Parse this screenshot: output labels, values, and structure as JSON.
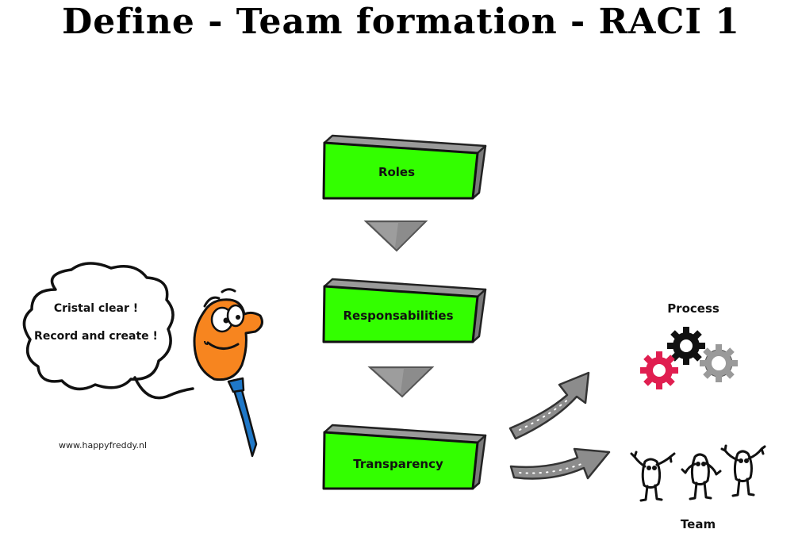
{
  "title": "Define - Team formation - RACI 1",
  "steps": [
    {
      "label": "Roles"
    },
    {
      "label": "Responsabilities"
    },
    {
      "label": "Transparency"
    }
  ],
  "speech_bubble": {
    "line1": "Cristal clear !",
    "line2": "Record and create !"
  },
  "website": "www.happyfreddy.nl",
  "outcomes": {
    "process_label": "Process",
    "team_label": "Team"
  },
  "colors": {
    "box_green": "#33ff00",
    "box_side": "#8a8a8a",
    "arrow_gray": "#8c8c8c",
    "face_orange": "#f7851f",
    "tie_blue": "#1f78c8",
    "gear_red": "#e01e50",
    "gear_black": "#111111",
    "gear_gray": "#9a9a9a"
  }
}
